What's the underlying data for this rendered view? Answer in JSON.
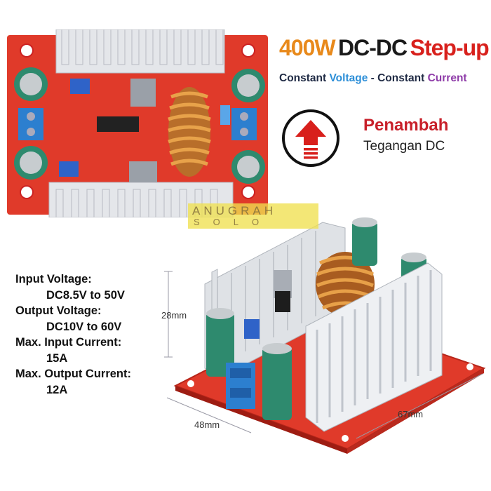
{
  "header": {
    "title_part1": "400W",
    "title_part2": "DC-DC",
    "title_part3": "Step-up",
    "subtitle_constant1": "Constant",
    "subtitle_voltage": "Voltage",
    "subtitle_dash": " - ",
    "subtitle_constant2": "Constant",
    "subtitle_current": "Current"
  },
  "badge": {
    "icon": "arrow-up-icon",
    "line1": "Penambah",
    "line2": "Tegangan DC"
  },
  "watermark": {
    "top": "ANUGRAH",
    "bottom": "SOLO"
  },
  "specs": [
    {
      "label": "Input Voltage:",
      "value": "DC8.5V to 50V"
    },
    {
      "label": "Output Voltage:",
      "value": "DC10V to 60V"
    },
    {
      "label": "Max. Input Current:",
      "value": "15A"
    },
    {
      "label": "Max. Output Current:",
      "value": "12A"
    }
  ],
  "dimensions": {
    "height": "28mm",
    "width": "48mm",
    "length": "67mm"
  },
  "colors": {
    "orange": "#e8891b",
    "red": "#d8201c",
    "blue": "#2d8fd8",
    "purple": "#8e3ba8",
    "pcb_red": "#e03a2a"
  }
}
